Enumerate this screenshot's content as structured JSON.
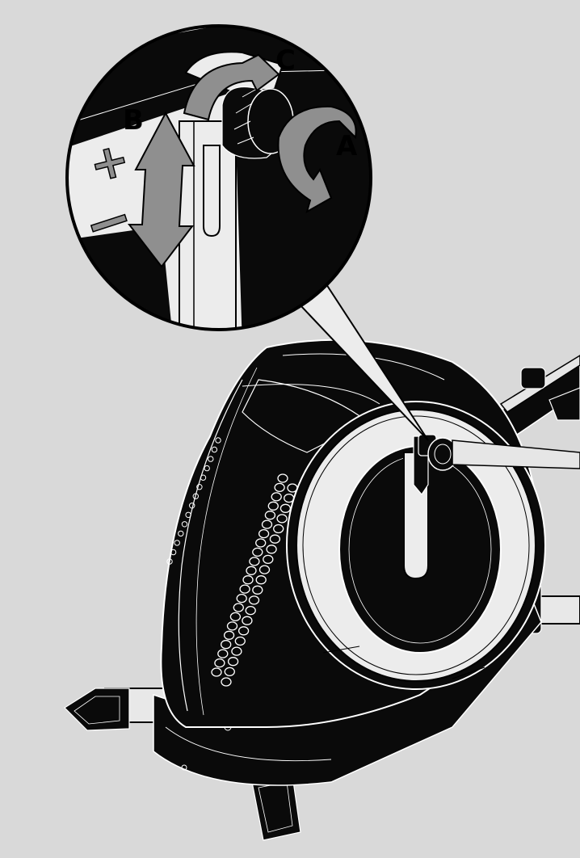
{
  "labels": {
    "a": "A",
    "b": "B",
    "c": "C",
    "plus": "+",
    "minus": "−"
  },
  "colors": {
    "background": "#d9d9d9",
    "body": "#0a0a0a",
    "line": "#ffffff",
    "arrow": "#8f8f8f",
    "ring": "#ececec"
  }
}
